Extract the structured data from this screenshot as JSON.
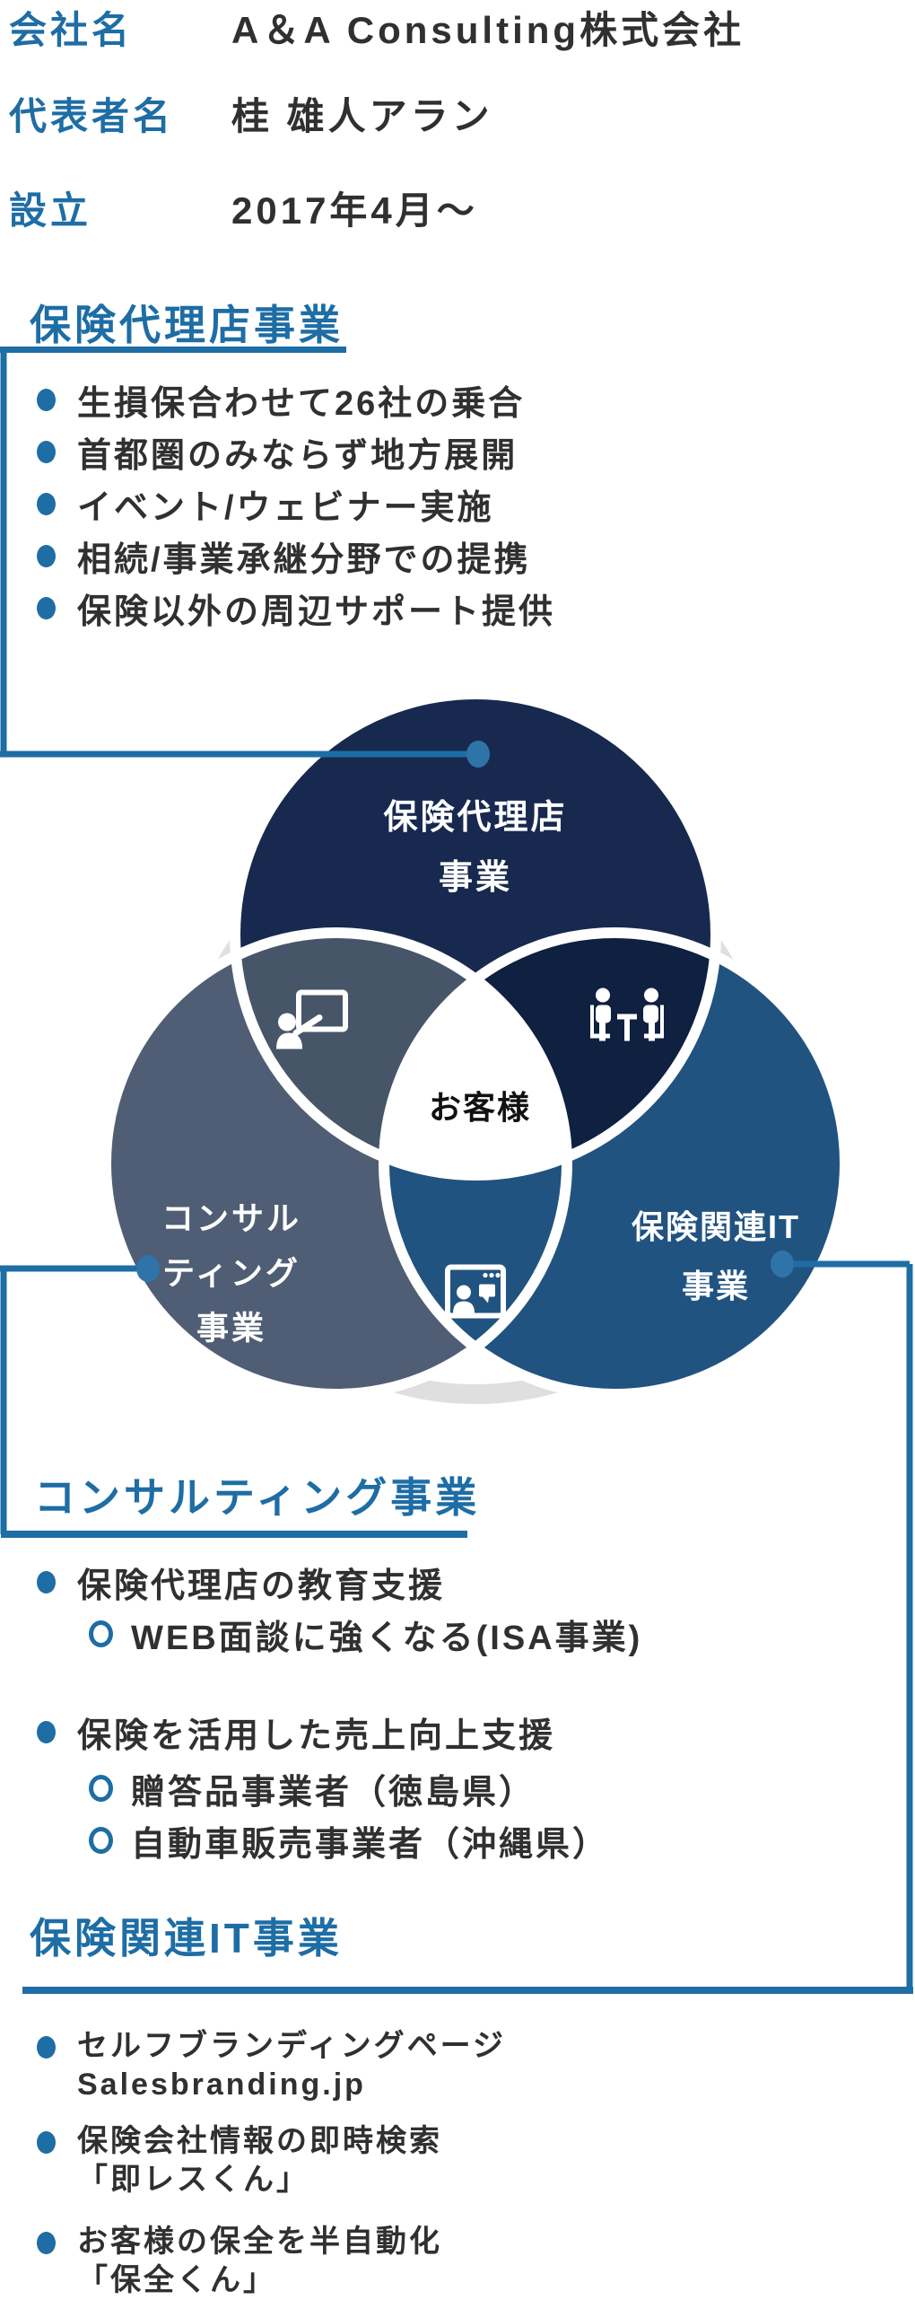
{
  "header": {
    "rows": [
      {
        "label": "会社名",
        "value": "A＆A Consulting株式会社"
      },
      {
        "label": "代表者名",
        "value": "桂 雄人アラン"
      },
      {
        "label": "設立",
        "value": "2017年4月～"
      }
    ]
  },
  "sections": {
    "insurance_agency": {
      "heading": "保険代理店事業",
      "bullets": [
        "生損保合わせて26社の乗合",
        "首都圏のみならず地方展開",
        "イベント/ウェビナー実施",
        "相続/事業承継分野での提携",
        "保険以外の周辺サポート提供"
      ]
    },
    "consulting": {
      "heading": "コンサルティング事業",
      "items": [
        {
          "text": "保険代理店の教育支援",
          "subs": [
            "WEB面談に強くなる(ISA事業)"
          ]
        },
        {
          "text": "保険を活用した売上向上支援",
          "subs": [
            "贈答品事業者（徳島県）",
            "自動車販売事業者（沖縄県）"
          ]
        }
      ]
    },
    "insurance_it": {
      "heading": "保険関連IT事業",
      "bullets": [
        {
          "line1": "セルフブランディングページ",
          "line2": "Salesbranding.jp"
        },
        {
          "line1": "保険会社情報の即時検索",
          "line2": "「即レスくん」"
        },
        {
          "line1": "お客様の保全を半自動化",
          "line2": "「保全くん」"
        }
      ]
    }
  },
  "venn": {
    "top": {
      "line1": "保険代理店",
      "line2": "事業"
    },
    "left": {
      "line1": "コンサル",
      "line2": "ティング",
      "line3": "事業"
    },
    "right": {
      "line1": "保険関連IT",
      "line2": "事業"
    },
    "center": "お客様",
    "icons": {
      "top_left": "presentation-icon",
      "top_right": "meeting-icon",
      "bottom": "video-call-icon"
    }
  },
  "colors": {
    "accent": "#1e6da5",
    "body_text": "#303030",
    "circle_agency": "#17294e",
    "overlap_agency_it": "#0f2040",
    "circle_consulting": "#4f5e74",
    "overlap_agency_consulting": "#475568",
    "circle_it": "#215380",
    "ring_gray": "#dfdfdf",
    "center_bg": "#ffffff"
  }
}
